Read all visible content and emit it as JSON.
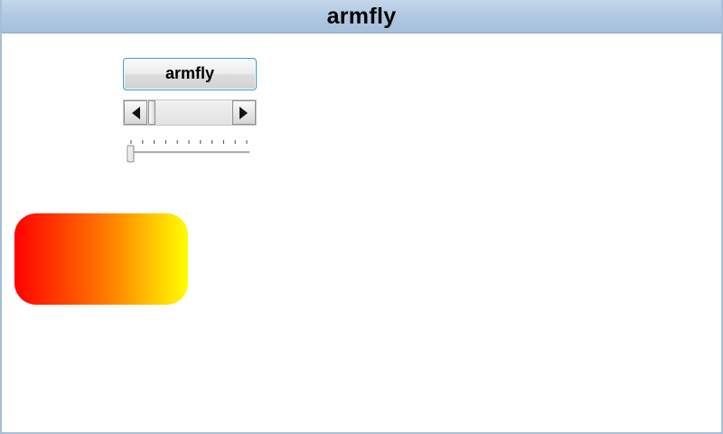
{
  "window": {
    "title": "armfly"
  },
  "button": {
    "label": "armfly"
  },
  "scrollbar": {
    "value": 0
  },
  "slider": {
    "value": 0,
    "tick_count": 11
  },
  "gradient_box": {
    "color_start": "#ff0000",
    "color_end": "#ffff00"
  },
  "colors": {
    "titlebar": "#b0c8e1",
    "button_border": "#3d9bd3"
  }
}
